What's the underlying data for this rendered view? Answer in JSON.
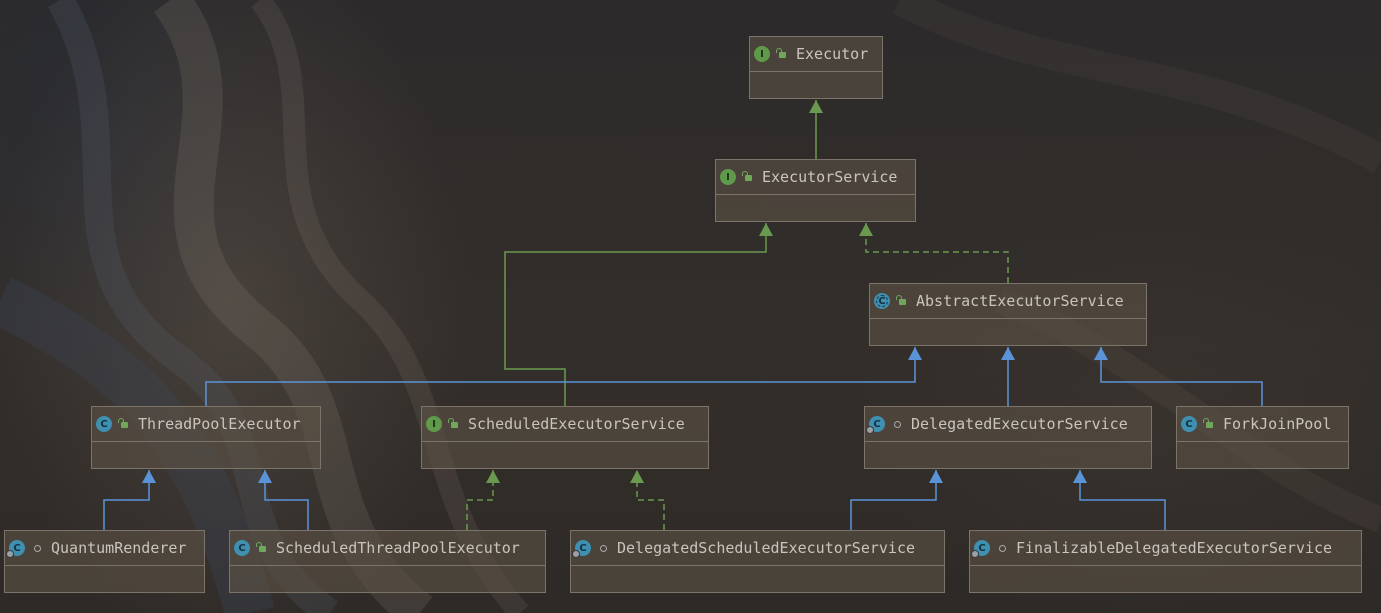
{
  "diagram": {
    "nodes": [
      {
        "id": "executor",
        "name": "Executor",
        "kind": "interface",
        "visibility": "public"
      },
      {
        "id": "executor-service",
        "name": "ExecutorService",
        "kind": "interface",
        "visibility": "public"
      },
      {
        "id": "abstract-executor-service",
        "name": "AbstractExecutorService",
        "kind": "abstract",
        "visibility": "public"
      },
      {
        "id": "thread-pool-executor",
        "name": "ThreadPoolExecutor",
        "kind": "class",
        "visibility": "public"
      },
      {
        "id": "scheduled-executor-service",
        "name": "ScheduledExecutorService",
        "kind": "interface",
        "visibility": "public"
      },
      {
        "id": "delegated-executor-service",
        "name": "DelegatedExecutorService",
        "kind": "class",
        "visibility": "package"
      },
      {
        "id": "fork-join-pool",
        "name": "ForkJoinPool",
        "kind": "class",
        "visibility": "public"
      },
      {
        "id": "quantum-renderer",
        "name": "QuantumRenderer",
        "kind": "class",
        "visibility": "package"
      },
      {
        "id": "scheduled-thread-pool-executor",
        "name": "ScheduledThreadPoolExecutor",
        "kind": "class",
        "visibility": "public"
      },
      {
        "id": "delegated-scheduled-executor-service",
        "name": "DelegatedScheduledExecutorService",
        "kind": "class",
        "visibility": "package"
      },
      {
        "id": "finalizable-delegated-executor-service",
        "name": "FinalizableDelegatedExecutorService",
        "kind": "class",
        "visibility": "package"
      }
    ],
    "edges": [
      {
        "from": "executor-service",
        "to": "executor",
        "type": "extends"
      },
      {
        "from": "scheduled-executor-service",
        "to": "executor-service",
        "type": "extends"
      },
      {
        "from": "abstract-executor-service",
        "to": "executor-service",
        "type": "implements"
      },
      {
        "from": "thread-pool-executor",
        "to": "abstract-executor-service",
        "type": "class-extends"
      },
      {
        "from": "delegated-executor-service",
        "to": "abstract-executor-service",
        "type": "class-extends"
      },
      {
        "from": "fork-join-pool",
        "to": "abstract-executor-service",
        "type": "class-extends"
      },
      {
        "from": "quantum-renderer",
        "to": "thread-pool-executor",
        "type": "class-extends"
      },
      {
        "from": "scheduled-thread-pool-executor",
        "to": "thread-pool-executor",
        "type": "class-extends"
      },
      {
        "from": "scheduled-thread-pool-executor",
        "to": "scheduled-executor-service",
        "type": "implements"
      },
      {
        "from": "delegated-scheduled-executor-service",
        "to": "scheduled-executor-service",
        "type": "implements"
      },
      {
        "from": "delegated-scheduled-executor-service",
        "to": "delegated-executor-service",
        "type": "class-extends"
      },
      {
        "from": "finalizable-delegated-executor-service",
        "to": "delegated-executor-service",
        "type": "class-extends"
      }
    ],
    "colors": {
      "interface_edge": "#6a9a4f",
      "class_edge": "#5b93d9",
      "interface_icon": "#5f9a4a",
      "class_icon": "#3f8fb1"
    }
  }
}
